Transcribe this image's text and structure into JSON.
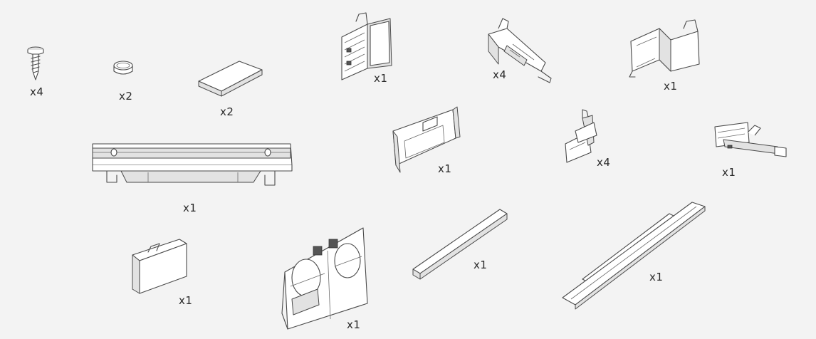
{
  "parts": [
    {
      "id": "screw",
      "icon": "screw-icon",
      "quantity": "x4"
    },
    {
      "id": "washer-ring",
      "icon": "ring-icon",
      "quantity": "x2"
    },
    {
      "id": "foam-pad",
      "icon": "pad-icon",
      "quantity": "x2"
    },
    {
      "id": "upright-bracket",
      "icon": "bracket-icon",
      "quantity": "x1"
    },
    {
      "id": "angled-clip",
      "icon": "clip-icon",
      "quantity": "x4"
    },
    {
      "id": "corner-cover",
      "icon": "cover-icon",
      "quantity": "x1"
    },
    {
      "id": "long-rail",
      "icon": "rail-icon",
      "quantity": "x1"
    },
    {
      "id": "front-panel",
      "icon": "panel-icon",
      "quantity": "x1"
    },
    {
      "id": "small-bracket",
      "icon": "small-bracket-icon",
      "quantity": "x4"
    },
    {
      "id": "slide-arm",
      "icon": "slide-arm-icon",
      "quantity": "x1"
    },
    {
      "id": "end-cap",
      "icon": "end-cap-icon",
      "quantity": "x1"
    },
    {
      "id": "mounting-plate",
      "icon": "mounting-plate-icon",
      "quantity": "x1"
    },
    {
      "id": "short-bar",
      "icon": "short-bar-icon",
      "quantity": "x1"
    },
    {
      "id": "long-strip",
      "icon": "long-strip-icon",
      "quantity": "x1"
    }
  ]
}
